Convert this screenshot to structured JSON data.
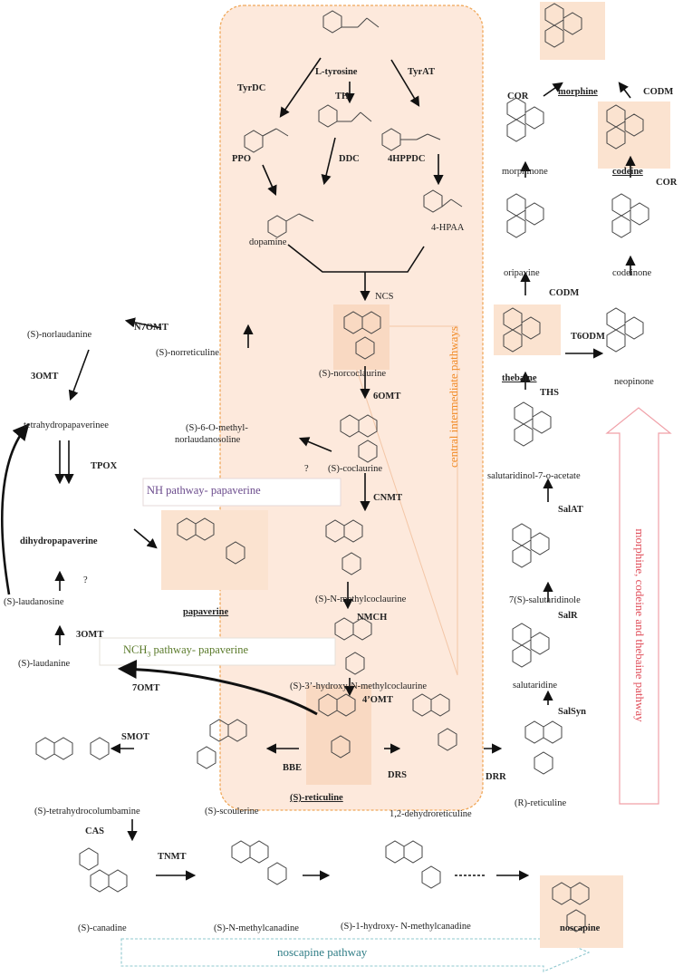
{
  "colors": {
    "central_fill": "#fde9dc",
    "central_border": "#f0a85a",
    "central_label": "#f28c28",
    "mcp_border": "#f0a0a8",
    "mcp_label": "#e0505c",
    "noscapine_border": "#8fc8cf",
    "noscapine_label": "#2f7d86",
    "nh_label": "#6a4a8c",
    "nch3_label": "#5a7a2a",
    "highlight": "#fbe3d0",
    "arrow": "#111111"
  },
  "pathway_labels": {
    "central": "central intermediate pathways",
    "mcp": "morphine, codeine and thebaine pathway",
    "noscapine": "noscapine pathway",
    "nh": "NH pathway- papaverine",
    "nch3_pre": "NCH",
    "nch3_sub": "3",
    "nch3_post": " pathway- papaverine"
  },
  "compounds": {
    "l_tyrosine": "L-tyrosine",
    "dopamine": "dopamine",
    "hpaa": "4-HPAA",
    "norcoclaurine": "(S)-norcoclaurine",
    "coclaurine": "(S)-coclaurine",
    "n_methylcoclaurine": "(S)-N-methylcoclaurine",
    "hydroxy_nmc": "(S)-3’-hydroxy-N-methylcoclaurine",
    "reticuline": "(S)-reticuline",
    "dehydroreticuline": "1,2-dehydroreticuline",
    "r_reticuline": "(R)-reticuline",
    "salutaridine": "salutaridine",
    "salutaridinole": "7(S)-salutaridinole",
    "salutaridinol_acetate": "salutaridinol-7-o-acetate",
    "thebaine": "thebaine",
    "oripavine": "oripavine",
    "morphinone": "morphinone",
    "morphine": "morphine",
    "neopinone": "neopinone",
    "codeinone": "codeinone",
    "codeine": "codeine",
    "norreticuline": "(S)-norreticuline",
    "norlaudanine": "(S)-norlaudanine",
    "tetrahydropapaverine": "tetrahydropapaverinee",
    "dihydropapaverine": "dihydropapaverine",
    "papaverine": "papaverine",
    "methyl_norlaudanosoline_1": "(S)-6-O-methyl-",
    "methyl_norlaudanosoline_2": "norlaudanosoline",
    "laudanosine": "(S)-laudanosine",
    "laudanine": "(S)-laudanine",
    "scoulerine": "(S)-scoulerine",
    "tetrahydrocolumbamine": "(S)-tetrahydrocolumbamine",
    "canadine": "(S)-canadine",
    "n_methylcanadine": "(S)-N-methylcanadine",
    "hydroxy_n_methylcanadine": "(S)-1-hydroxy- N-methylcanadine",
    "noscapine": "noscapine"
  },
  "enzymes": {
    "tyrdc": "TyrDC",
    "th": "TH",
    "tyrat": "TyrAT",
    "ppo": "PPO",
    "ddc": "DDC",
    "hppdc": "4HPPDC",
    "ncs": "NCS",
    "omt6": "6OMT",
    "cnmt": "CNMT",
    "nmch": "NMCH",
    "omt4": "4’OMT",
    "drs": "DRS",
    "drr": "DRR",
    "bbe": "BBE",
    "salsyn": "SalSyn",
    "salr": "SalR",
    "salat": "SalAT",
    "ths": "THS",
    "t6odm": "T6ODM",
    "codm_top": "CODM",
    "codm_mid": "CODM",
    "cor_top": "COR",
    "cor_mid": "COR",
    "n7omt": "N7OMT",
    "omt3_top": "3OMT",
    "tpox": "TPOX",
    "omt3_bottom": "3OMT",
    "omt7": "7OMT",
    "smot": "SMOT",
    "cas": "CAS",
    "tnmt": "TNMT",
    "q1": "?",
    "q2": "?"
  }
}
